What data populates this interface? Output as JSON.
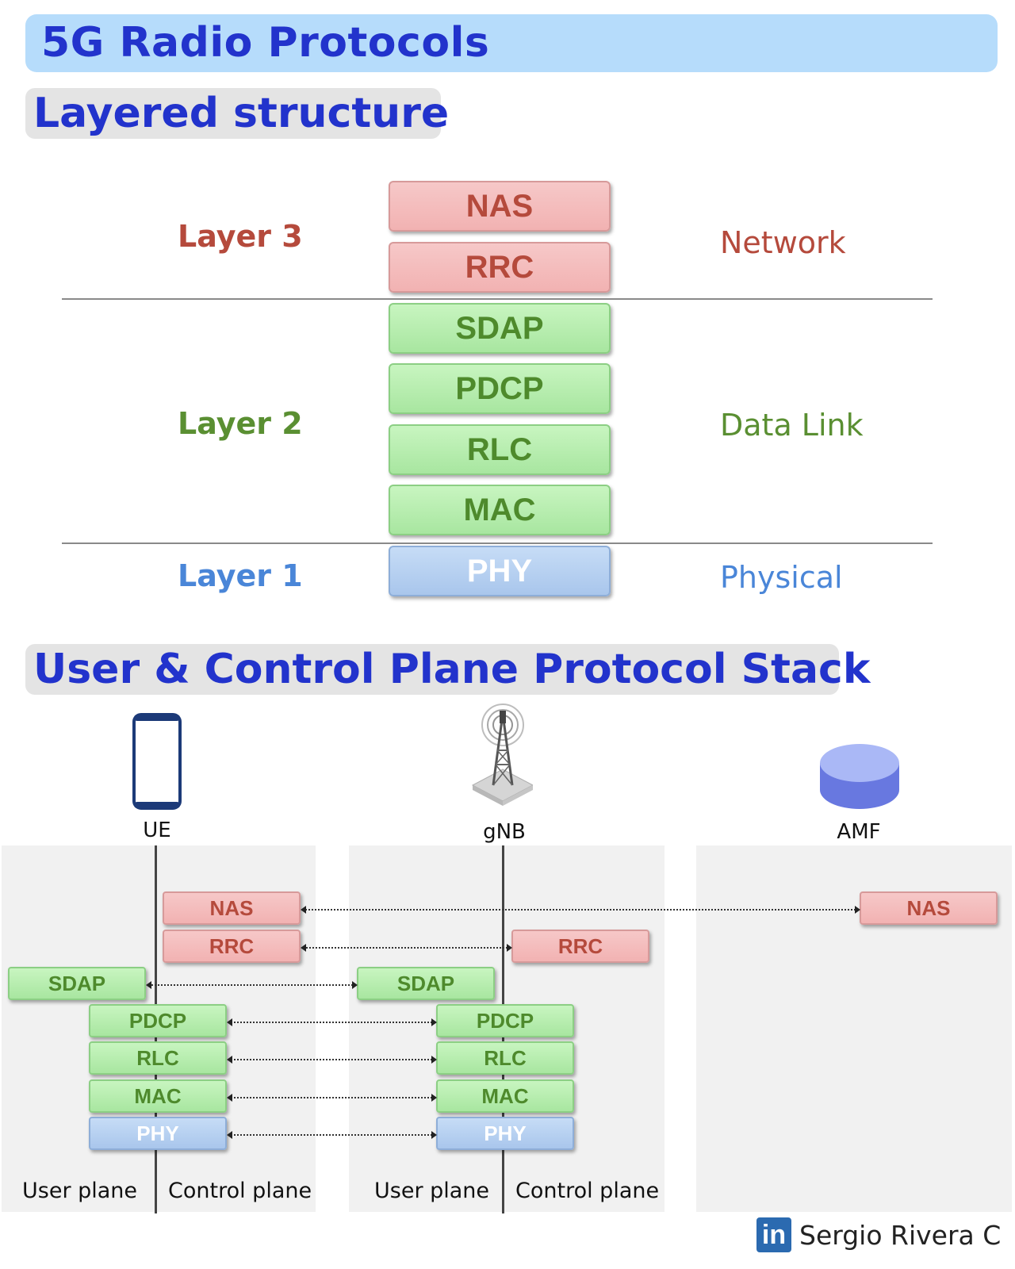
{
  "title": "5G Radio Protocols",
  "subtitle": "Layered structure",
  "layers": [
    {
      "label": "Layer 3",
      "osi": "Network",
      "color": "#b54a3c",
      "protocols": [
        "NAS",
        "RRC"
      ]
    },
    {
      "label": "Layer 2",
      "osi": "Data Link",
      "color": "#5a8f32",
      "protocols": [
        "SDAP",
        "PDCP",
        "RLC",
        "MAC"
      ]
    },
    {
      "label": "Layer 1",
      "osi": "Physical",
      "color": "#4a86d8",
      "protocols": [
        "PHY"
      ]
    }
  ],
  "stack_title": "User & Control Plane Protocol Stack",
  "nodes": {
    "ue": {
      "label": "UE",
      "icon": "smartphone-icon"
    },
    "gnb": {
      "label": "gNB",
      "icon": "cell-tower-icon"
    },
    "amf": {
      "label": "AMF",
      "icon": "database-cylinder-icon"
    }
  },
  "ue_stack": {
    "nas": "NAS",
    "rrc": "RRC",
    "sdap": "SDAP",
    "pdcp": "PDCP",
    "rlc": "RLC",
    "mac": "MAC",
    "phy": "PHY"
  },
  "gnb_stack": {
    "rrc": "RRC",
    "sdap": "SDAP",
    "pdcp": "PDCP",
    "rlc": "RLC",
    "mac": "MAC",
    "phy": "PHY"
  },
  "amf_stack": {
    "nas": "NAS"
  },
  "plane_labels": {
    "user": "User plane",
    "control": "Control plane"
  },
  "footer": {
    "icon": "linkedin-icon",
    "icon_text": "in",
    "name": "Sergio Rivera C"
  },
  "colors": {
    "title_blue": "#2233cc",
    "banner_blue": "#b6dcfb",
    "l3_red": "#f2b2b2",
    "l2_green": "#a8e6a0",
    "l1_blue": "#a9c6ec"
  }
}
